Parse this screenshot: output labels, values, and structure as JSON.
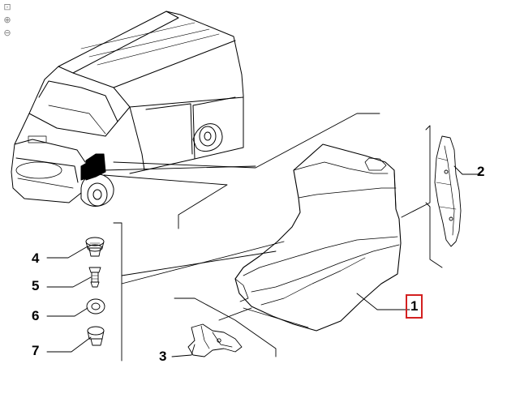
{
  "toolbar": {
    "icons": [
      "reset-icon",
      "zoom-in-icon",
      "zoom-out-icon"
    ],
    "glyphs": [
      "⊡",
      "⊕",
      "⊖"
    ]
  },
  "callouts": [
    {
      "id": "1",
      "label": "1",
      "selected": true
    },
    {
      "id": "2",
      "label": "2",
      "selected": false
    },
    {
      "id": "3",
      "label": "3",
      "selected": false
    },
    {
      "id": "4",
      "label": "4",
      "selected": false
    },
    {
      "id": "5",
      "label": "5",
      "selected": false
    },
    {
      "id": "6",
      "label": "6",
      "selected": false
    },
    {
      "id": "7",
      "label": "7",
      "selected": false
    }
  ],
  "colors": {
    "line": "#000000",
    "highlight": "#d32020",
    "icon": "#7f7f7f"
  }
}
